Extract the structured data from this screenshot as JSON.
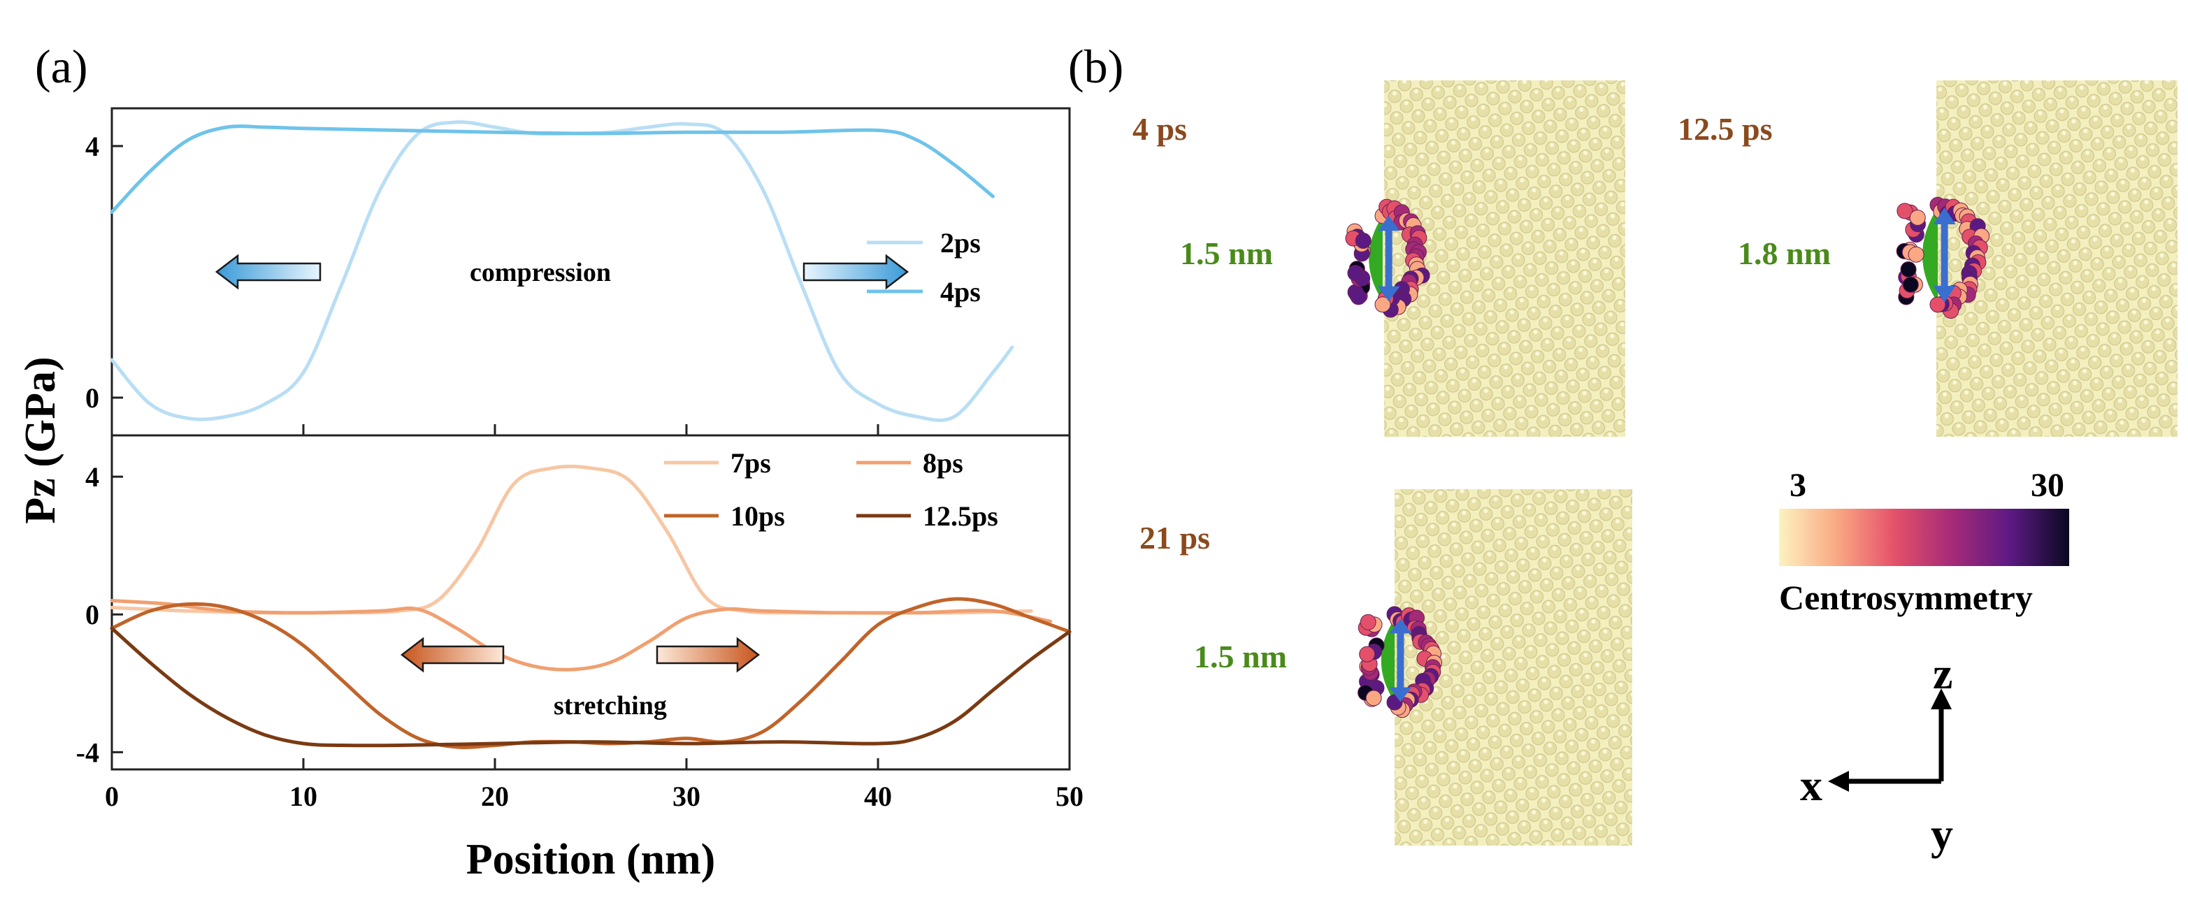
{
  "panel_a_label": "(a)",
  "panel_b_label": "(b)",
  "chart_data": [
    {
      "type": "line",
      "panel": "top",
      "annotation": "compression",
      "ylim": [
        -0.6,
        4.6
      ],
      "xlim": [
        0,
        50
      ],
      "yticks": [
        0,
        4
      ],
      "legend_placement": "right",
      "series": [
        {
          "name": "2ps",
          "color": "#b8def4",
          "x": [
            0,
            2,
            4,
            6,
            8,
            10,
            12,
            14,
            16,
            18,
            20,
            22,
            24,
            26,
            28,
            30,
            32,
            34,
            36,
            38,
            40,
            42,
            44,
            46,
            47
          ],
          "y": [
            0.6,
            -0.1,
            -0.33,
            -0.3,
            -0.1,
            0.4,
            1.8,
            3.3,
            4.2,
            4.38,
            4.3,
            4.2,
            4.2,
            4.22,
            4.3,
            4.35,
            4.2,
            3.3,
            1.8,
            0.4,
            -0.1,
            -0.3,
            -0.3,
            0.4,
            0.8
          ]
        },
        {
          "name": "4ps",
          "color": "#6ec3ea",
          "x": [
            0,
            2,
            4,
            6,
            8,
            10,
            15,
            20,
            25,
            30,
            35,
            40,
            42,
            44,
            46
          ],
          "y": [
            2.95,
            3.6,
            4.1,
            4.3,
            4.3,
            4.28,
            4.25,
            4.22,
            4.2,
            4.22,
            4.22,
            4.25,
            4.1,
            3.7,
            3.2
          ]
        }
      ]
    },
    {
      "type": "line",
      "panel": "bottom",
      "annotation": "stretching",
      "ylim": [
        -4.5,
        5.2
      ],
      "xlim": [
        0,
        50
      ],
      "xticks": [
        0,
        10,
        20,
        30,
        40,
        50
      ],
      "yticks": [
        -4,
        0,
        4
      ],
      "xlabel": "Position (nm)",
      "ylabel": "Pz (GPa)",
      "legend_placement": "top-right",
      "series": [
        {
          "name": "7ps",
          "color": "#f7c6a3",
          "x": [
            0,
            4,
            8,
            12,
            15,
            17,
            19,
            21,
            23,
            25,
            27,
            29,
            31,
            33,
            36,
            40,
            44,
            48
          ],
          "y": [
            0.2,
            0.1,
            0.05,
            0.05,
            0.1,
            0.4,
            1.8,
            3.8,
            4.25,
            4.25,
            3.9,
            2.4,
            0.5,
            0.1,
            0.05,
            0.05,
            0.05,
            0.1
          ]
        },
        {
          "name": "8ps",
          "color": "#f0a070",
          "x": [
            0,
            3,
            6,
            10,
            14,
            16,
            18,
            20,
            22,
            24,
            26,
            28,
            30,
            32,
            34,
            38,
            42,
            46,
            49
          ],
          "y": [
            0.4,
            0.3,
            0.1,
            0.05,
            0.1,
            0.15,
            -0.4,
            -1.1,
            -1.5,
            -1.6,
            -1.4,
            -0.8,
            -0.1,
            0.15,
            0.1,
            0.05,
            0.05,
            0.1,
            -0.2
          ]
        },
        {
          "name": "10ps",
          "color": "#c0642a",
          "x": [
            0,
            2,
            4,
            6,
            8,
            10,
            12,
            14,
            16,
            18,
            20,
            22,
            24,
            26,
            28,
            30,
            32,
            34,
            36,
            38,
            40,
            42,
            44,
            46,
            48,
            50
          ],
          "y": [
            -0.4,
            0.1,
            0.3,
            0.2,
            -0.2,
            -0.9,
            -1.9,
            -2.9,
            -3.6,
            -3.85,
            -3.8,
            -3.7,
            -3.7,
            -3.75,
            -3.7,
            -3.6,
            -3.7,
            -3.4,
            -2.5,
            -1.4,
            -0.3,
            0.2,
            0.45,
            0.3,
            -0.1,
            -0.5
          ]
        },
        {
          "name": "12.5ps",
          "color": "#7a3a12",
          "x": [
            0,
            2,
            4,
            6,
            8,
            10,
            12,
            15,
            20,
            25,
            30,
            35,
            40,
            42,
            44,
            46,
            48,
            50
          ],
          "y": [
            -0.4,
            -1.4,
            -2.3,
            -3.0,
            -3.5,
            -3.75,
            -3.8,
            -3.8,
            -3.75,
            -3.7,
            -3.75,
            -3.7,
            -3.75,
            -3.6,
            -3.1,
            -2.2,
            -1.3,
            -0.5
          ]
        }
      ]
    }
  ],
  "panel_b": {
    "snapshots": [
      {
        "time": "4 ps",
        "width": "1.5 nm"
      },
      {
        "time": "12.5 ps",
        "width": "1.8 nm"
      },
      {
        "time": "21 ps",
        "width": "1.5 nm"
      }
    ],
    "colorbar": {
      "min": "3",
      "max": "30",
      "label": "Centrosymmetry",
      "colors": [
        "#fdf2c0",
        "#f9a883",
        "#e4506a",
        "#a42a78",
        "#5b1a82",
        "#0a0820"
      ]
    },
    "axes": {
      "z": "z",
      "x": "x",
      "y": "y"
    },
    "colors": {
      "time_label": "#8a4a1e",
      "width_label": "#4a8a1a",
      "crystal": "#f3efbe",
      "crystal_dot": "#d9d39a",
      "void_green": "#33aa22",
      "arrow_blue": "#3a6fd0",
      "arrow_compress": "#59b2e6",
      "arrow_stretch": "#e07a3a"
    }
  }
}
